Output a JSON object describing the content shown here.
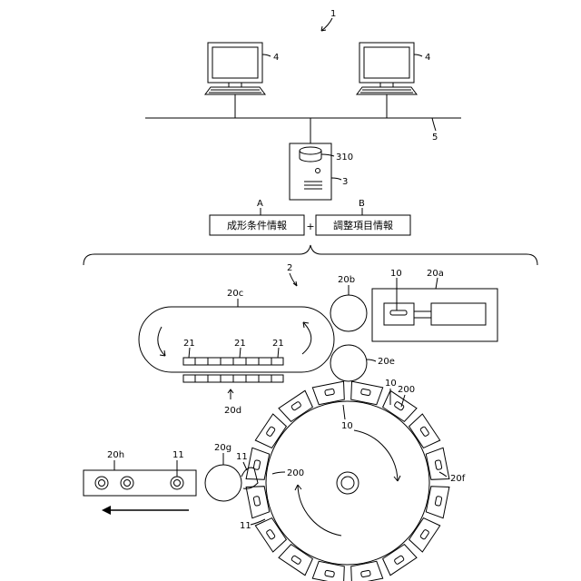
{
  "labels": {
    "system": "1",
    "terminal_left": "4",
    "terminal_right": "4",
    "network": "5",
    "server_db": "310",
    "server": "3",
    "letter_a": "A",
    "letter_b": "B",
    "plus": "+",
    "molding_system": "2",
    "station_20a": "20a",
    "station_20b": "20b",
    "station_20c": "20c",
    "station_20d": "20d",
    "station_20e": "20e",
    "station_20f": "20f",
    "station_20g": "20g",
    "station_20h": "20h",
    "preform_10_top": "10",
    "preform_10_table": "10",
    "preform_10_right": "10",
    "container_11_a": "11",
    "container_11_b": "11",
    "container_11_c": "11",
    "mold_200_top": "200",
    "mold_200_left": "200",
    "heater_21_a": "21",
    "heater_21_b": "21",
    "heater_21_c": "21"
  },
  "boxes": {
    "molding_condition_info": "成形条件情報",
    "adjustment_item_info": "調整項目情報"
  }
}
